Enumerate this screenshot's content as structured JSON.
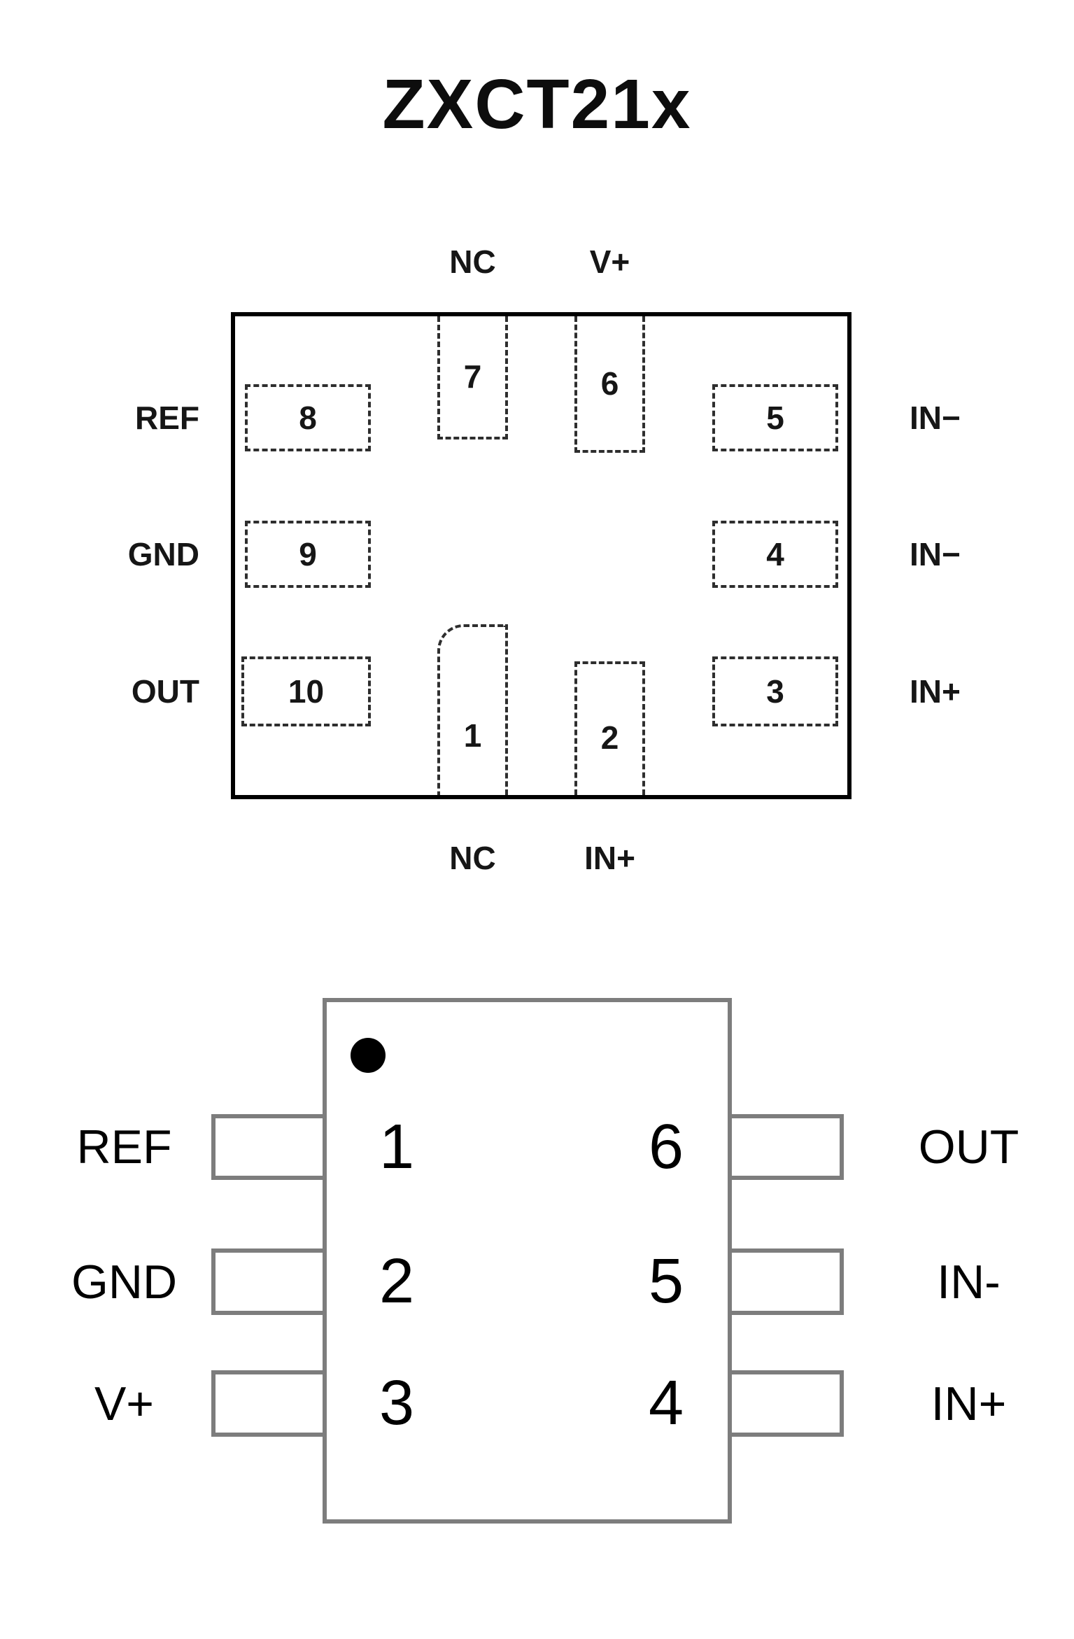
{
  "title": "ZXCT21x",
  "colors": {
    "dfn_outline": "#000000",
    "dfn_dash": "#2e2e2e",
    "sot_outline": "#7d7d7d",
    "pin1_dot": "#000000"
  },
  "dfn": {
    "top_pins": [
      {
        "number": "7",
        "label": "NC"
      },
      {
        "number": "6",
        "label": "V+"
      }
    ],
    "bottom_pins": [
      {
        "number": "1",
        "label": "NC"
      },
      {
        "number": "2",
        "label": "IN+"
      }
    ],
    "left_pins": [
      {
        "number": "8",
        "label": "REF"
      },
      {
        "number": "9",
        "label": "GND"
      },
      {
        "number": "10",
        "label": "OUT"
      }
    ],
    "right_pins": [
      {
        "number": "5",
        "label": "IN−"
      },
      {
        "number": "4",
        "label": "IN−"
      },
      {
        "number": "3",
        "label": "IN+"
      }
    ]
  },
  "sot": {
    "left_pins": [
      {
        "number": "1",
        "label": "REF"
      },
      {
        "number": "2",
        "label": "GND"
      },
      {
        "number": "3",
        "label": "V+"
      }
    ],
    "right_pins": [
      {
        "number": "6",
        "label": "OUT"
      },
      {
        "number": "5",
        "label": "IN-"
      },
      {
        "number": "4",
        "label": "IN+"
      }
    ]
  }
}
